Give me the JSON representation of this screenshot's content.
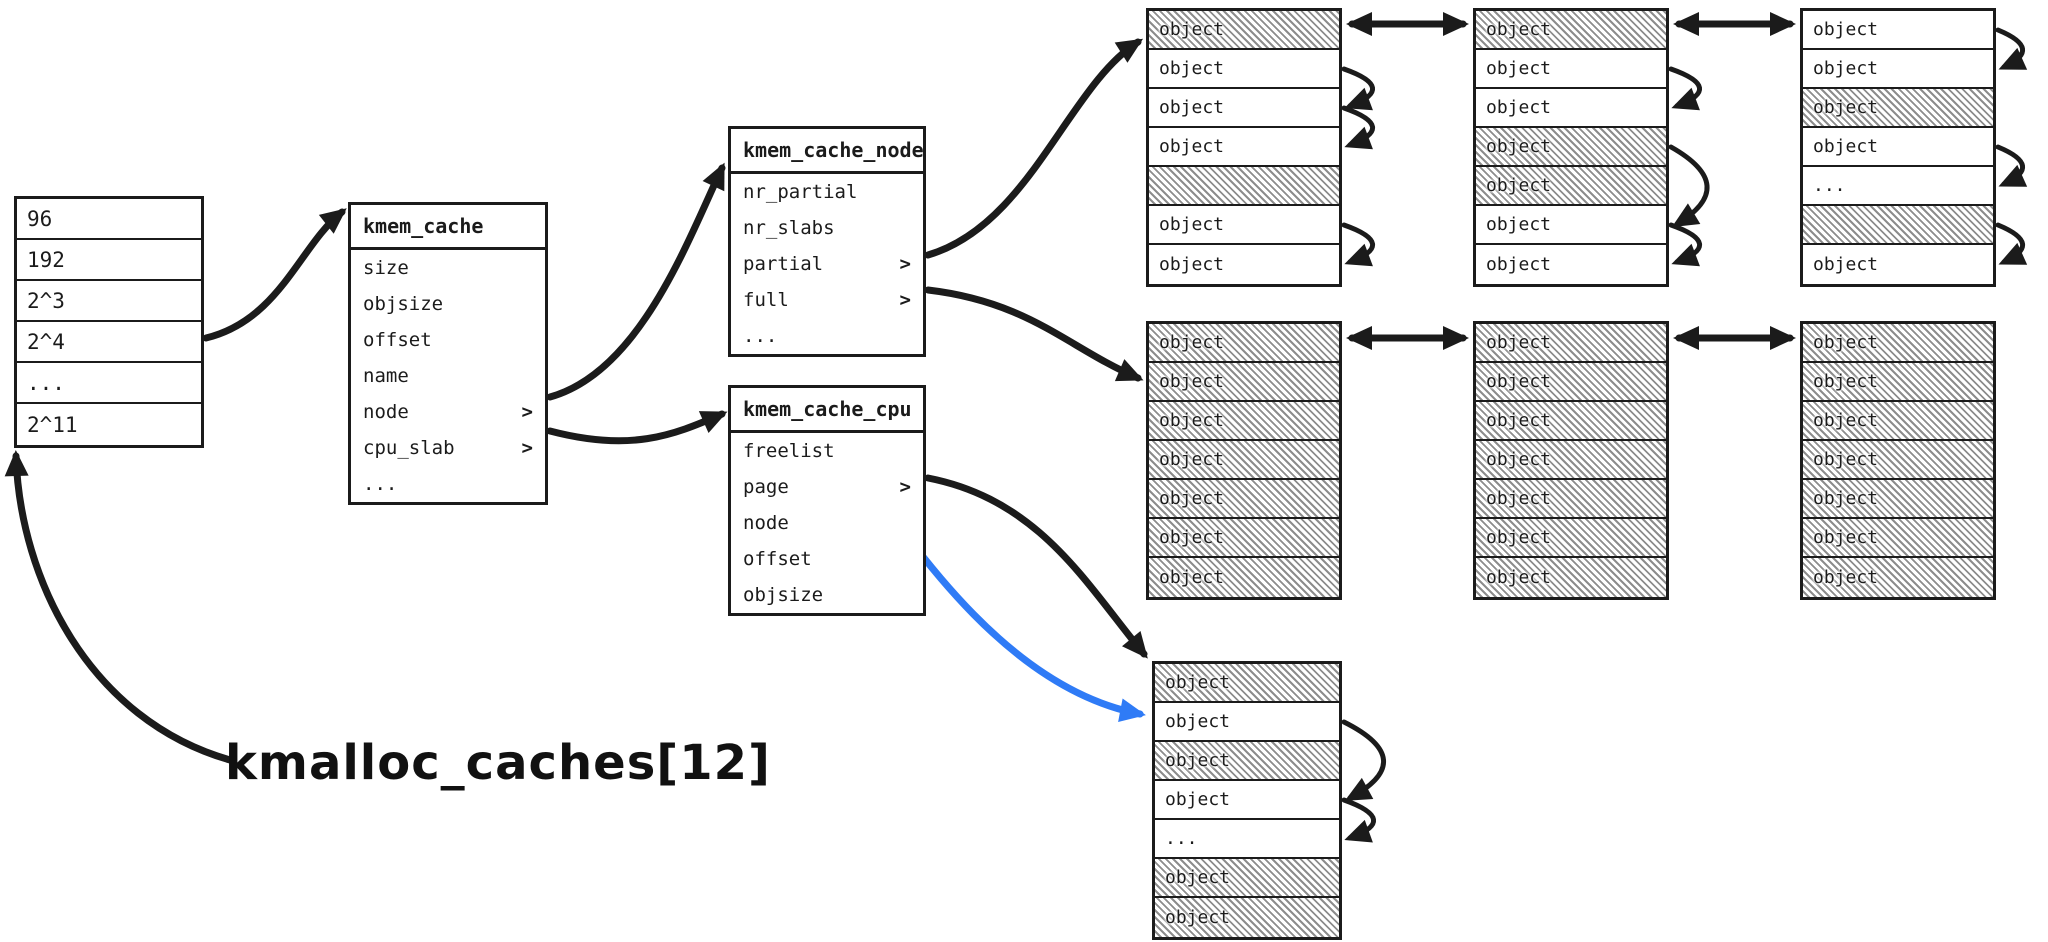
{
  "label": "kmalloc_caches[12]",
  "pointer_glyph": ">",
  "colors": {
    "ink": "#1b1b1b",
    "hatch": "#8d8d8d",
    "freelist_arrow": "#2f7bf6"
  },
  "array_table": {
    "rows": [
      {
        "label": "96"
      },
      {
        "label": "192"
      },
      {
        "label": "2^3"
      },
      {
        "label": "2^4"
      },
      {
        "label": "..."
      },
      {
        "label": "2^11"
      }
    ]
  },
  "kmem_cache": {
    "title": "kmem_cache",
    "fields": [
      {
        "label": "size"
      },
      {
        "label": "objsize"
      },
      {
        "label": "offset"
      },
      {
        "label": "name"
      },
      {
        "label": "node",
        "pointer": true
      },
      {
        "label": "cpu_slab",
        "pointer": true
      },
      {
        "label": "..."
      }
    ]
  },
  "kmem_cache_node": {
    "title": "kmem_cache_node",
    "fields": [
      {
        "label": "nr_partial"
      },
      {
        "label": "nr_slabs"
      },
      {
        "label": "partial",
        "pointer": true
      },
      {
        "label": "full",
        "pointer": true
      },
      {
        "label": "..."
      }
    ]
  },
  "kmem_cache_cpu": {
    "title": "kmem_cache_cpu",
    "fields": [
      {
        "label": "freelist"
      },
      {
        "label": "page",
        "pointer": true
      },
      {
        "label": "node"
      },
      {
        "label": "offset"
      },
      {
        "label": "objsize"
      }
    ]
  },
  "slabs": {
    "partial_1": {
      "rows": [
        {
          "label": "object",
          "hatched": true
        },
        {
          "label": "object"
        },
        {
          "label": "object"
        },
        {
          "label": "object"
        },
        {
          "label": "",
          "hatched": true
        },
        {
          "label": "object"
        },
        {
          "label": "object"
        }
      ]
    },
    "partial_2": {
      "rows": [
        {
          "label": "object",
          "hatched": true
        },
        {
          "label": "object"
        },
        {
          "label": "object"
        },
        {
          "label": "object",
          "hatched": true
        },
        {
          "label": "object",
          "hatched": true
        },
        {
          "label": "object"
        },
        {
          "label": "object"
        }
      ]
    },
    "partial_3": {
      "rows": [
        {
          "label": "object"
        },
        {
          "label": "object"
        },
        {
          "label": "object",
          "hatched": true
        },
        {
          "label": "object"
        },
        {
          "label": "..."
        },
        {
          "label": "",
          "hatched": true
        },
        {
          "label": "object"
        }
      ]
    },
    "full_1": {
      "rows": [
        {
          "label": "object",
          "hatched": true
        },
        {
          "label": "object",
          "hatched": true
        },
        {
          "label": "object",
          "hatched": true
        },
        {
          "label": "object",
          "hatched": true
        },
        {
          "label": "object",
          "hatched": true
        },
        {
          "label": "object",
          "hatched": true
        },
        {
          "label": "object",
          "hatched": true
        }
      ]
    },
    "full_2": {
      "rows": [
        {
          "label": "object",
          "hatched": true
        },
        {
          "label": "object",
          "hatched": true
        },
        {
          "label": "object",
          "hatched": true
        },
        {
          "label": "object",
          "hatched": true
        },
        {
          "label": "object",
          "hatched": true
        },
        {
          "label": "object",
          "hatched": true
        },
        {
          "label": "object",
          "hatched": true
        }
      ]
    },
    "full_3": {
      "rows": [
        {
          "label": "object",
          "hatched": true
        },
        {
          "label": "object",
          "hatched": true
        },
        {
          "label": "object",
          "hatched": true
        },
        {
          "label": "object",
          "hatched": true
        },
        {
          "label": "object",
          "hatched": true
        },
        {
          "label": "object",
          "hatched": true
        },
        {
          "label": "object",
          "hatched": true
        }
      ]
    },
    "cpu_slab": {
      "rows": [
        {
          "label": "object",
          "hatched": true
        },
        {
          "label": "object"
        },
        {
          "label": "object",
          "hatched": true
        },
        {
          "label": "object"
        },
        {
          "label": "..."
        },
        {
          "label": "object",
          "hatched": true
        },
        {
          "label": "object",
          "hatched": true
        }
      ]
    }
  },
  "edges": [
    {
      "from": "kmalloc-caches-label",
      "to": "kmalloc-array"
    },
    {
      "from": "kmalloc-array",
      "to": "kmem_cache"
    },
    {
      "from": "kmem_cache.node",
      "to": "kmem_cache_node"
    },
    {
      "from": "kmem_cache.cpu_slab",
      "to": "kmem_cache_cpu"
    },
    {
      "from": "kmem_cache_node.partial",
      "to": "partial-slab-1"
    },
    {
      "from": "kmem_cache_node.full",
      "to": "full-slab-1"
    },
    {
      "from": "kmem_cache_cpu.page",
      "to": "cpu-slab"
    },
    {
      "from": "kmem_cache_cpu.freelist",
      "to": "cpu-slab.row-2",
      "color": "#2f7bf6"
    },
    {
      "from": "partial-slab-1",
      "to": "partial-slab-2",
      "bidirectional": true
    },
    {
      "from": "partial-slab-2",
      "to": "partial-slab-3",
      "bidirectional": true
    },
    {
      "from": "full-slab-1",
      "to": "full-slab-2",
      "bidirectional": true
    },
    {
      "from": "full-slab-2",
      "to": "full-slab-3",
      "bidirectional": true
    }
  ]
}
